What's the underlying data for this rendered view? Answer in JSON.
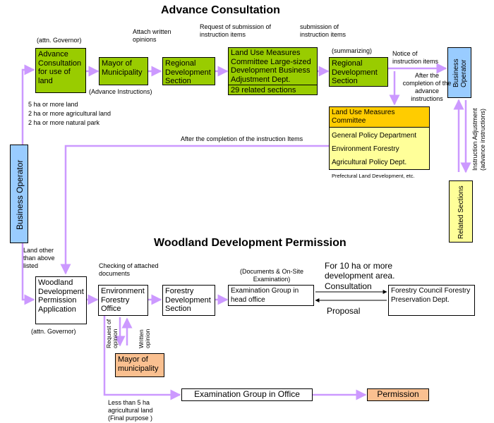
{
  "titles": {
    "advance": "Advance Consultation",
    "woodland": "Woodland Development Permission"
  },
  "boxes": {
    "business_operator_left": "Business Operator",
    "business_operator_right": "Business Operator",
    "advance_consultation": "Advance Consultation for use of land",
    "mayor_municipality": "Mayor of Municipality",
    "regional_dev_1": "Regional Development Section",
    "land_use_committee_large": "Land Use Measures Committee Large-sized Development Business Adjustment Dept.",
    "related_sections_29": "29 related sections",
    "regional_dev_2": "Regional Development Section",
    "committee_header": "Land Use Measures Committee",
    "committee_items": [
      "General Policy Department",
      "Environment Forestry",
      "Agricultural Policy Dept.",
      "Prefectural Land Development, etc."
    ],
    "related_sections": "Related Sections",
    "woodland_application": "Woodland Development Permission Application",
    "env_forestry_office": "Environment Forestry Office",
    "forestry_dev_section": "Forestry Development Section",
    "exam_group_head": "Examination Group in head office",
    "forestry_council": "Forestry Council Forestry Preservation Dept.",
    "mayor_municipality_2": "Mayor of municipality",
    "exam_group_office": "Examination Group in Office",
    "permission": "Permission"
  },
  "labels": {
    "attn_governor_1": "(attn. Governor)",
    "attach_opinions": "Attach written opinions",
    "request_submission": "Request of submission of instruction items",
    "submission_items": "submission of instruction items",
    "summarizing": "(summarizing)",
    "notice_items": "Notice of instruction items",
    "after_completion_advance": "After the completion of the advance instructions",
    "advance_instructions": "(Advance Instructions)",
    "criteria": [
      "5 ha or more land",
      "2 ha or more agricultural land",
      "2 ha or more natural park"
    ],
    "after_completion_items": "After the completion of the  instruction Items",
    "instruction_adjustment": "Instruction Adjustment (advance instructions)",
    "land_other": "Land other than above listed",
    "checking_docs": "Checking of attached documents",
    "docs_onsite": "(Documents & On-Site Examination)",
    "for_10ha": "For 10 ha or more development area.",
    "consultation": "Consultation",
    "proposal": "Proposal",
    "attn_governor_2": "(attn. Governor)",
    "request_opinion": "Request of opinion",
    "written_opinion": "Written opinion",
    "less_than_5ha": "Less than 5 ha agricultural land (Final purpose )"
  },
  "colors": {
    "green": "#99cc00",
    "blue": "#99ccff",
    "yellow": "#ffff99",
    "orange": "#ffcc00",
    "peach": "#fac090",
    "arrow": "#cc99ff"
  }
}
